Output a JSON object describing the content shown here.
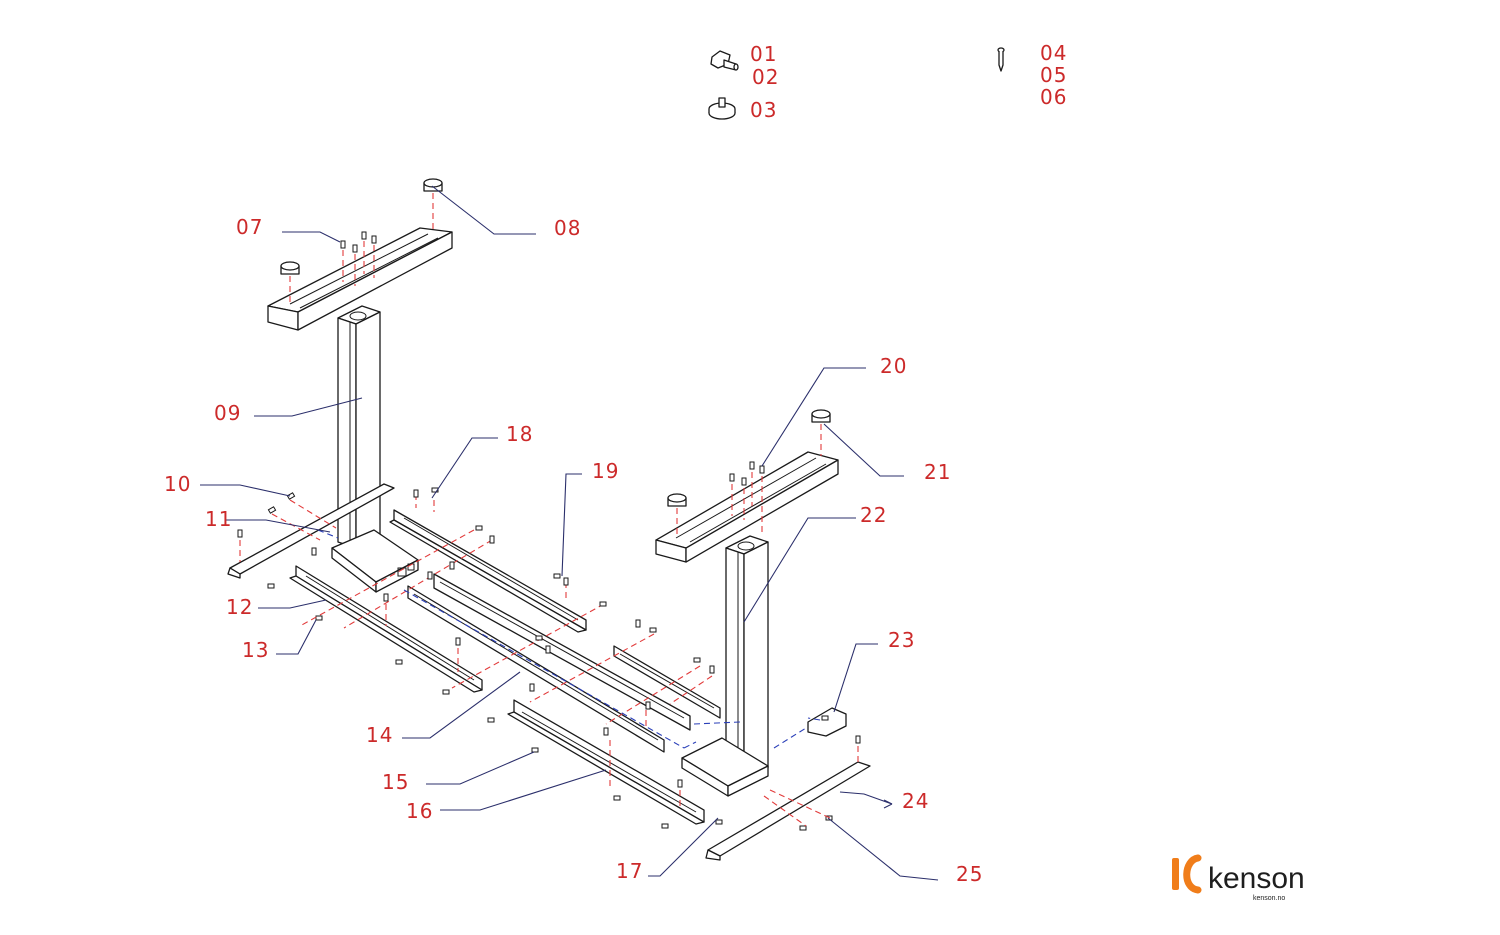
{
  "parts_legend": [
    {
      "id": "01"
    },
    {
      "id": "02"
    },
    {
      "id": "03"
    },
    {
      "id": "04"
    },
    {
      "id": "05"
    },
    {
      "id": "06"
    }
  ],
  "callouts": [
    {
      "id": "07"
    },
    {
      "id": "08"
    },
    {
      "id": "09"
    },
    {
      "id": "10"
    },
    {
      "id": "11"
    },
    {
      "id": "12"
    },
    {
      "id": "13"
    },
    {
      "id": "14"
    },
    {
      "id": "15"
    },
    {
      "id": "16"
    },
    {
      "id": "17"
    },
    {
      "id": "18"
    },
    {
      "id": "19"
    },
    {
      "id": "20"
    },
    {
      "id": "21"
    },
    {
      "id": "22"
    },
    {
      "id": "23"
    },
    {
      "id": "24"
    },
    {
      "id": "25"
    }
  ],
  "brand": {
    "wordmark": "kenson",
    "url": "kenson.no",
    "accent_color": "#f07d1a"
  },
  "colors": {
    "callout_text": "#cc2a2a",
    "leader_line": "#2b2f6b",
    "red_dashed_axis": "#e23b3b",
    "blue_dashed_axis": "#2a3fb8"
  }
}
